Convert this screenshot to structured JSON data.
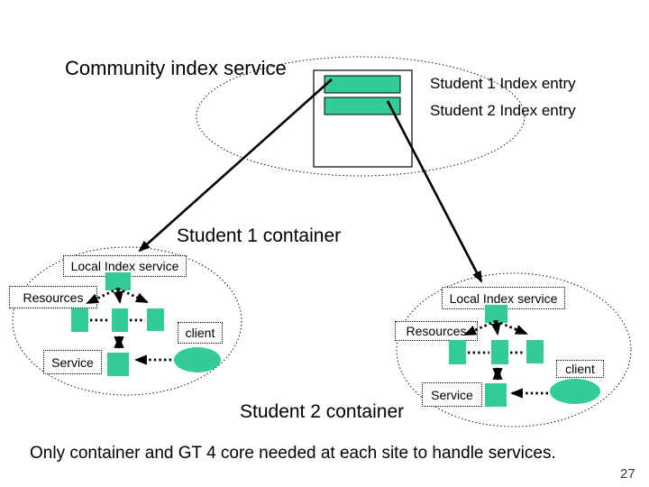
{
  "slide": {
    "title": "Community index service",
    "footer": "Only container and GT 4 core needed at each site to handle services.",
    "page_number": "27",
    "index_box": {
      "entry1": "Student 1 Index entry",
      "entry2": "Student 2 Index entry"
    },
    "container1": {
      "title": "Student 1 container",
      "local_index": "Local Index service",
      "resources": "Resources",
      "client": "client",
      "service": "Service"
    },
    "container2": {
      "title": "Student 2 container",
      "local_index": "Local Index service",
      "resources": "Resources",
      "client": "client",
      "service": "Service"
    },
    "colors": {
      "node_green": "#33cc99",
      "line": "#000000"
    }
  }
}
